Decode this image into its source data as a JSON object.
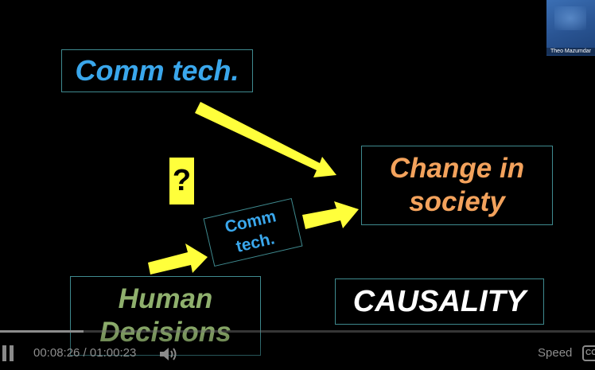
{
  "slide": {
    "comm_tech_top": "Comm tech.",
    "change_line1": "Change in",
    "change_line2": "society",
    "question_mark": "?",
    "comm_tech_small_line1": "Comm",
    "comm_tech_small_line2": "tech.",
    "human_line1": "Human",
    "human_line2": "Decisions",
    "causality": "CAUSALITY"
  },
  "colors": {
    "background": "#000000",
    "box_border": "#3f8a8f",
    "comm_tech": "#3aa7ec",
    "change": "#f3a25c",
    "human": "#8fb06d",
    "arrow": "#ffff3b"
  },
  "webcam": {
    "name": "Theo Mazumdar"
  },
  "player": {
    "current_time": "00:08:26",
    "separator": " / ",
    "duration": "01:00:23",
    "progress_fraction": 0.14,
    "speed_label": "Speed",
    "cc_label": "CC",
    "icons": [
      "pause-icon",
      "volume-icon",
      "closed-captions-icon"
    ]
  }
}
